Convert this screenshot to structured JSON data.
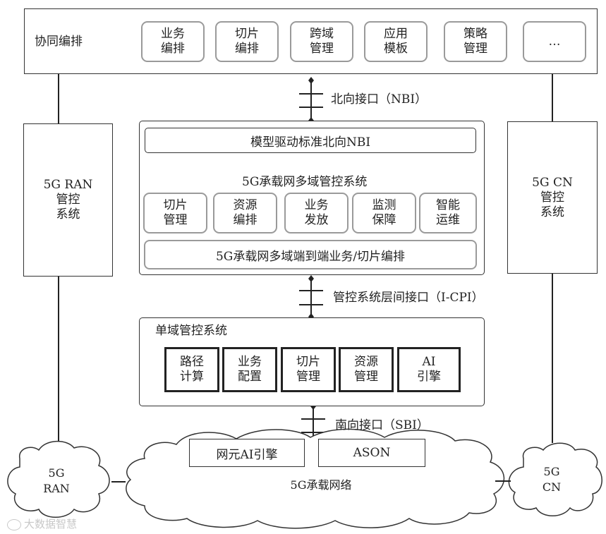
{
  "top": {
    "title": "协同编排",
    "items": [
      {
        "l1": "业务",
        "l2": "编排"
      },
      {
        "l1": "切片",
        "l2": "编排"
      },
      {
        "l1": "跨域",
        "l2": "管理"
      },
      {
        "l1": "应用",
        "l2": "模板"
      },
      {
        "l1": "策略",
        "l2": "管理"
      },
      {
        "l1": "…",
        "l2": ""
      }
    ]
  },
  "interfaces": {
    "nbi": "北向接口（NBI）",
    "icpi": "管控系统层间接口（I-CPI）",
    "sbi": "南向接口（SBI）"
  },
  "ran_ctrl": {
    "l1": "5G RAN",
    "l2": "管控",
    "l3": "系统"
  },
  "cn_ctrl": {
    "l1": "5G CN",
    "l2": "管控",
    "l3": "系统"
  },
  "multi": {
    "nbi_bar": "模型驱动标准北向NBI",
    "title": "5G承载网多域管控系统",
    "items": [
      {
        "l1": "切片",
        "l2": "管理"
      },
      {
        "l1": "资源",
        "l2": "编排"
      },
      {
        "l1": "业务",
        "l2": "发放"
      },
      {
        "l1": "监测",
        "l2": "保障"
      },
      {
        "l1": "智能",
        "l2": "运维"
      }
    ],
    "bottom_bar": "5G承载网多域端到端业务/切片编排"
  },
  "single": {
    "title": "单域管控系统",
    "items": [
      {
        "l1": "路径",
        "l2": "计算"
      },
      {
        "l1": "业务",
        "l2": "配置"
      },
      {
        "l1": "切片",
        "l2": "管理"
      },
      {
        "l1": "资源",
        "l2": "管理"
      },
      {
        "l1": "AI",
        "l2": "引擎"
      }
    ]
  },
  "network": {
    "ne_ai": "网元AI引擎",
    "ason": "ASON",
    "bearer": "5G承载网络",
    "ran": {
      "l1": "5G",
      "l2": "RAN"
    },
    "cn": {
      "l1": "5G",
      "l2": "CN"
    }
  },
  "watermark": "大数据智慧"
}
